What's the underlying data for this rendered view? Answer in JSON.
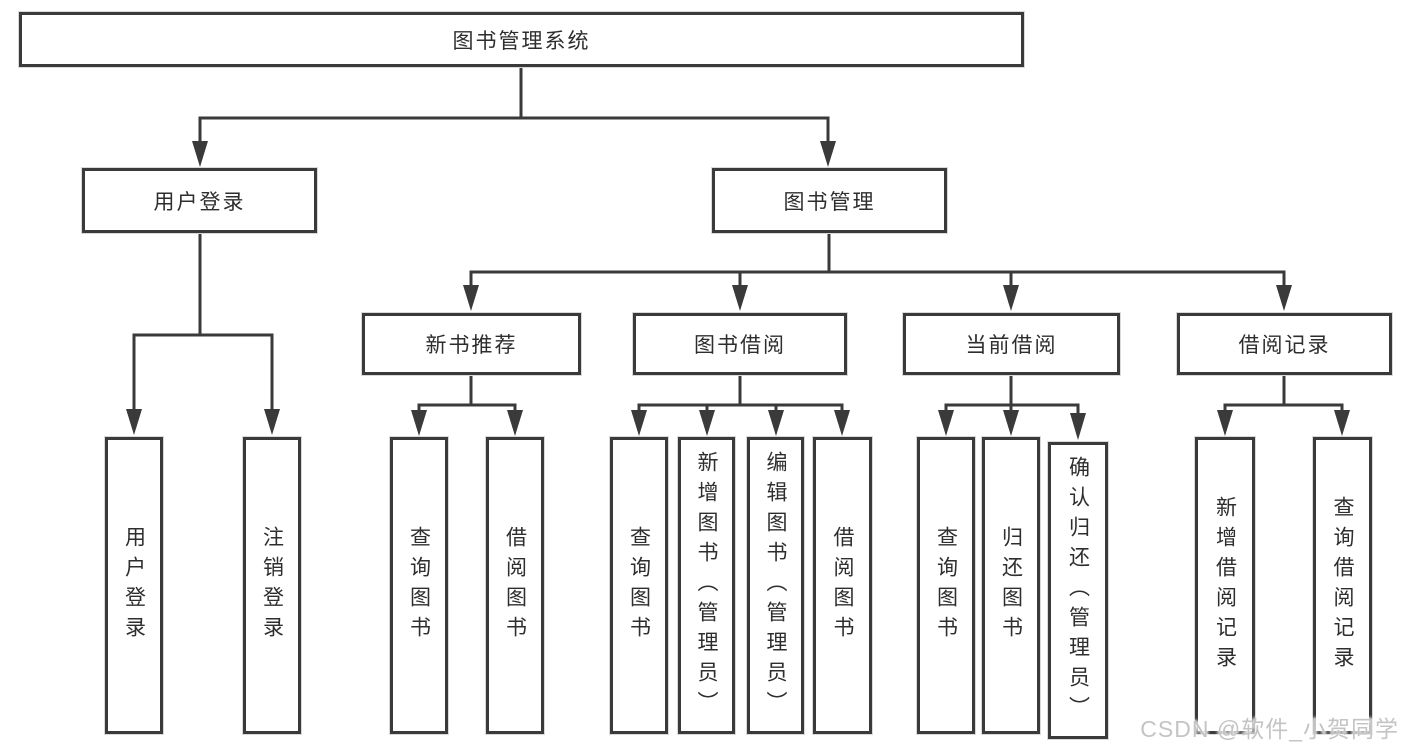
{
  "diagram": {
    "root": "图书管理系统",
    "branches": [
      {
        "label": "用户登录",
        "children": [
          {
            "label": "用户登录"
          },
          {
            "label": "注销登录"
          }
        ]
      },
      {
        "label": "图书管理",
        "children": [
          {
            "label": "新书推荐",
            "children": [
              {
                "label": "查询图书"
              },
              {
                "label": "借阅图书"
              }
            ]
          },
          {
            "label": "图书借阅",
            "children": [
              {
                "label": "查询图书"
              },
              {
                "label": "新增图书（管理员）"
              },
              {
                "label": "编辑图书（管理员）"
              },
              {
                "label": "借阅图书"
              }
            ]
          },
          {
            "label": "当前借阅",
            "children": [
              {
                "label": "查询图书"
              },
              {
                "label": "归还图书"
              },
              {
                "label": "确认归还（管理员）"
              }
            ]
          },
          {
            "label": "借阅记录",
            "children": [
              {
                "label": "新增借阅记录"
              },
              {
                "label": "查询借阅记录"
              }
            ]
          }
        ]
      }
    ]
  },
  "watermark": "CSDN @软件_小贺同学",
  "colors": {
    "line": "#3a3a3a",
    "box_border": "#3a3a3a",
    "text": "#2e2e2e",
    "background": "#ffffff",
    "watermark_text": "#c4c4c4"
  }
}
